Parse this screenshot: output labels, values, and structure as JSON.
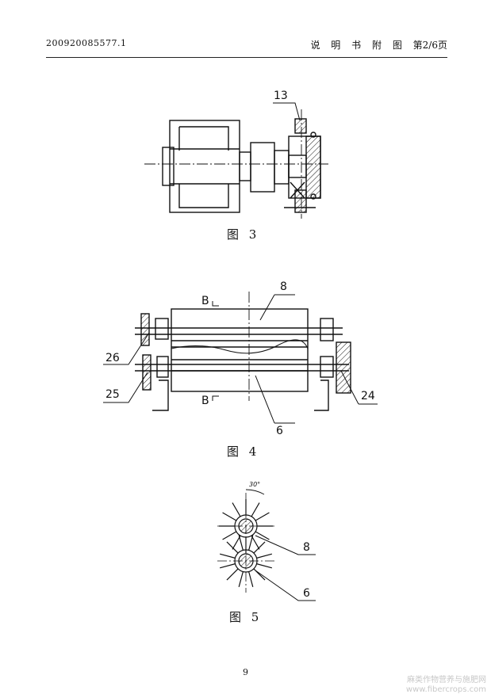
{
  "header": {
    "doc_number": "200920085577.1",
    "sheet_words": [
      "说",
      "明",
      "书",
      "附",
      "图"
    ],
    "page_of": "第2/6页"
  },
  "figures": {
    "fig3": {
      "caption": "图 3",
      "callouts": [
        "13"
      ]
    },
    "fig4": {
      "caption": "图 4",
      "callouts": [
        "8",
        "6",
        "26",
        "25",
        "24"
      ],
      "section_marker": "B"
    },
    "fig5": {
      "caption": "图 5",
      "callouts": [
        "8",
        "6"
      ],
      "angle_label": "30°"
    }
  },
  "footer": {
    "page_number": "9"
  },
  "watermark": {
    "line1": "麻类作物营养与施肥网",
    "line2": "www.fibercrops.com"
  }
}
